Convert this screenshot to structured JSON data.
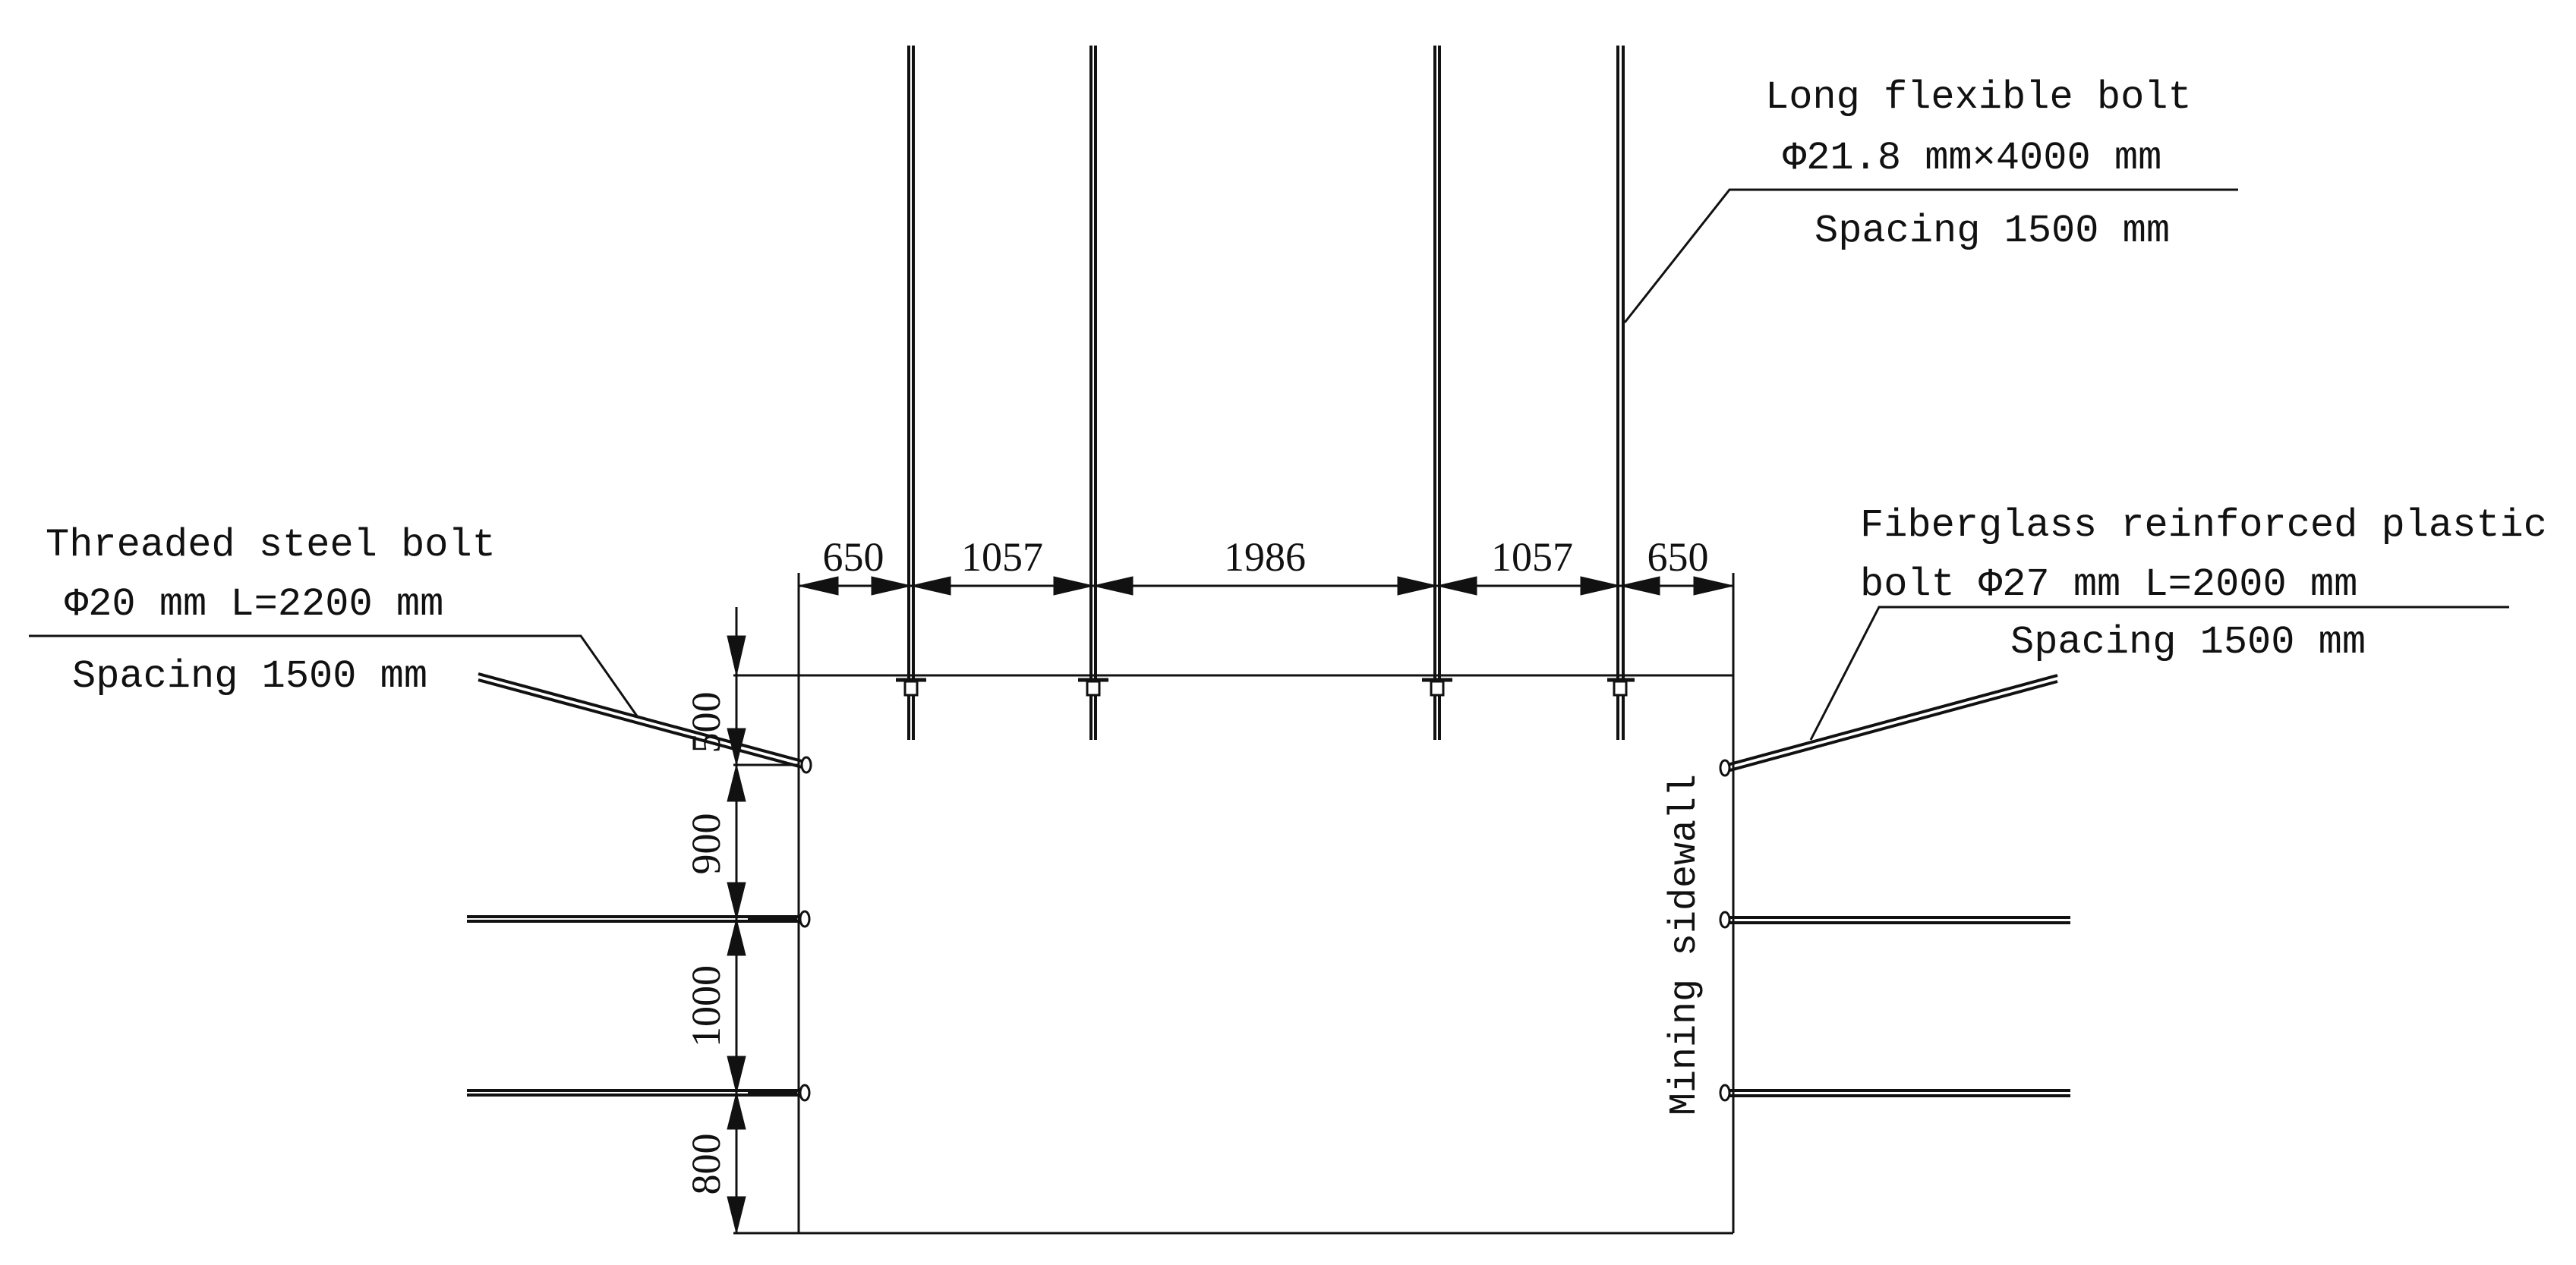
{
  "colors": {
    "line": "#111111",
    "background": "#ffffff"
  },
  "dimensions": {
    "horizontal": [
      "650",
      "1057",
      "1986",
      "1057",
      "650"
    ],
    "vertical": [
      "500",
      "900",
      "1000",
      "800"
    ]
  },
  "labels": {
    "long_bolt": {
      "line1": "Long flexible bolt",
      "line2": "Φ21.8 mm×4000 mm",
      "line3": "Spacing 1500 mm"
    },
    "steel_bolt": {
      "line1": "Threaded steel bolt",
      "line2": "Φ20 mm L=2200 mm",
      "line3": "Spacing 1500 mm"
    },
    "frp_bolt": {
      "line1": "Fiberglass reinforced plastic",
      "line2": "bolt Φ27 mm L=2000 mm",
      "line3": "Spacing 1500 mm"
    },
    "sidewall": "Mining sidewall"
  }
}
